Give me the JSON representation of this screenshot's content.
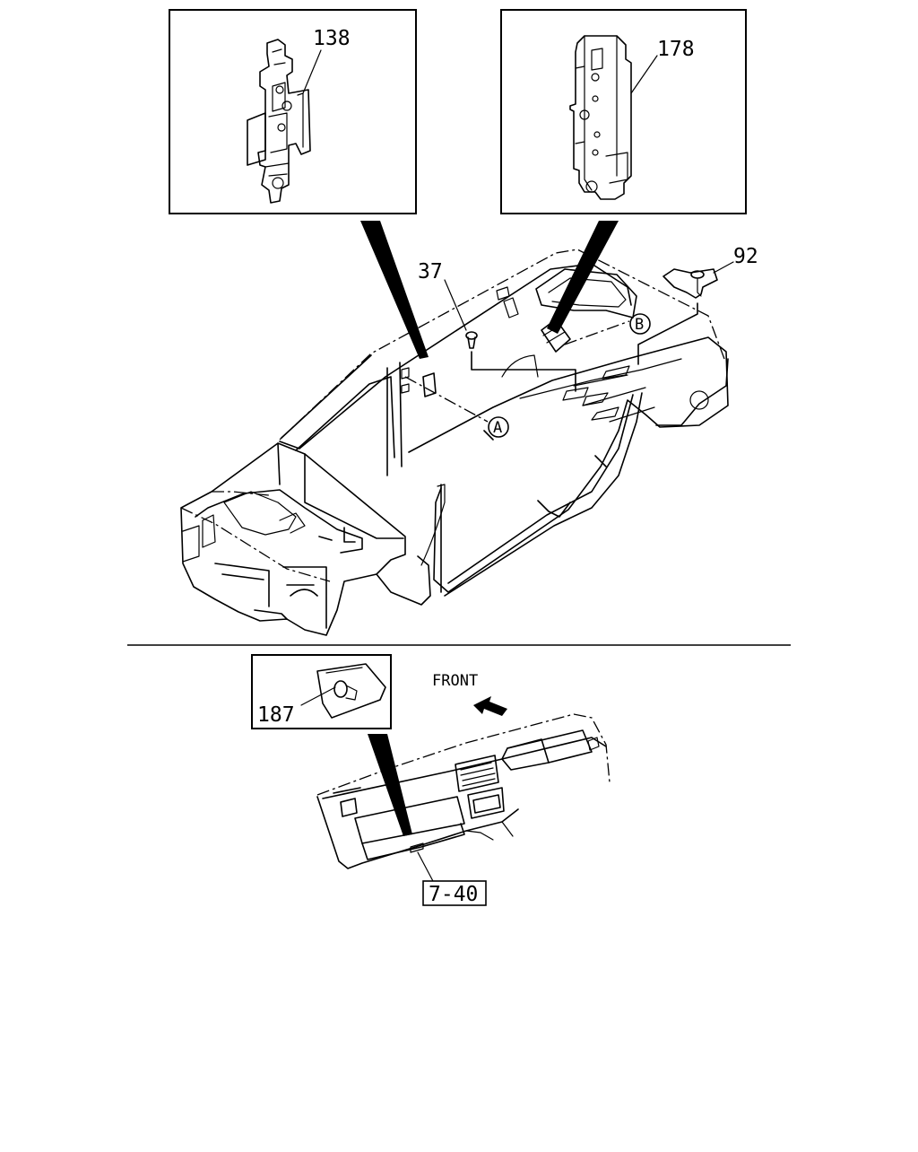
{
  "callouts": {
    "c138": "138",
    "c178": "178",
    "c37": "37",
    "c92": "92",
    "c187": "187",
    "ref_7_40": "7-40",
    "marker_a": "A",
    "marker_b": "B",
    "front_label": "FRONT"
  }
}
